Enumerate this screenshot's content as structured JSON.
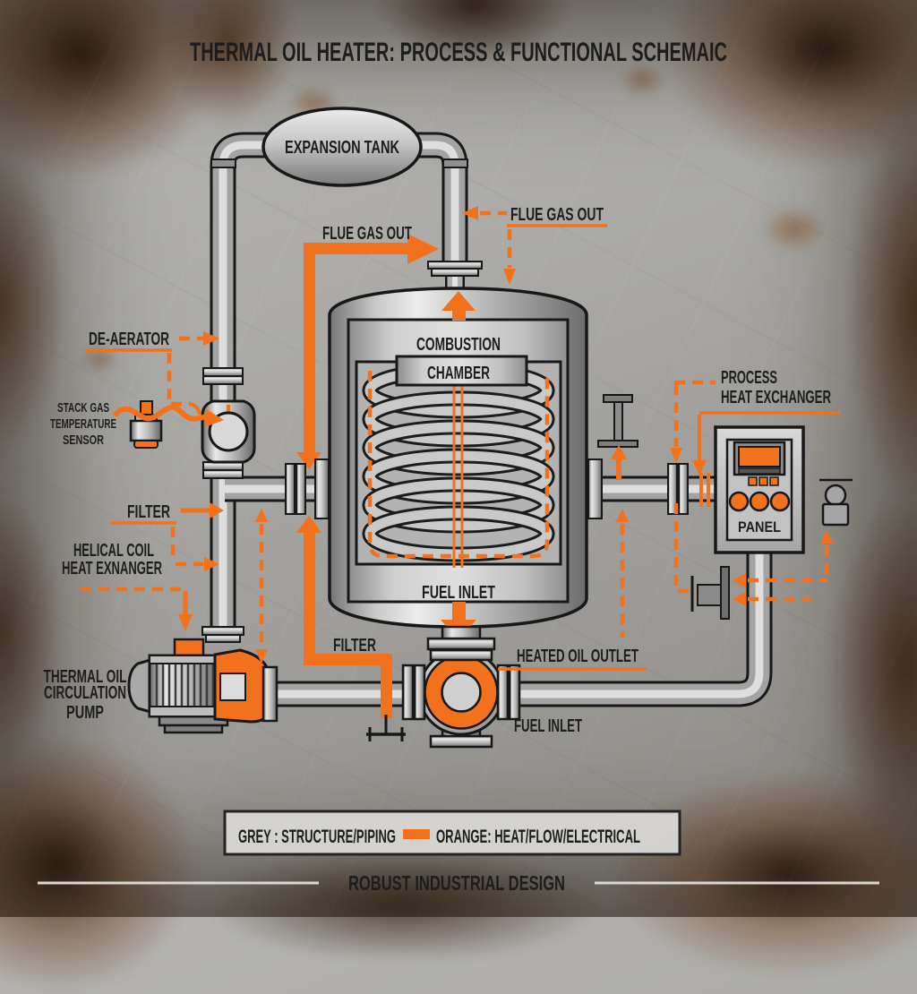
{
  "title": "THERMAL OIL HEATER: PROCESS & FUNCTIONAL SCHEMAIC",
  "labels": {
    "expansion_tank": "EXPANSION TANK",
    "flue_gas_out_left": "FLUE GAS OUT",
    "flue_gas_out_right": "FLUE GAS OUT",
    "de_aerator": "DE-AERATOR",
    "stack_sensor_1": "STACK GAS",
    "stack_sensor_2": "TEMPERATURE",
    "stack_sensor_3": "SENSOR",
    "combustion_1": "COMBUSTION",
    "combustion_2": "CHAMBER",
    "filter_upper": "FILTER",
    "helical_1": "HELICAL COIL",
    "helical_2": "HEAT EXNANGER",
    "pump_1": "THERMAL OIL",
    "pump_2": "CIRCULATION",
    "pump_3": "PUMP",
    "fuel_inlet_vessel": "FUEL INLET",
    "filter_lower": "FILTER",
    "heated_oil_outlet": "HEATED OIL OUTLET",
    "fuel_inlet_pipe": "FUEL INLET",
    "process_hx_1": "PROCESS",
    "process_hx_2": "HEAT EXCHANGER",
    "panel": "PANEL"
  },
  "legend": {
    "grey_label": "GREY : STRUCTURE/PIPING",
    "orange_label": "ORANGE: HEAT/FLOW/ELECTRICAL"
  },
  "footer": "ROBUST INDUSTRIAL DESIGN",
  "colors": {
    "accent_orange": "#F2711C",
    "ink": "#1D1D1D",
    "pipe_grey": "#A9A9A9",
    "legend_bg": "#D8D7D4",
    "footer_text": "#E6E5E1"
  }
}
